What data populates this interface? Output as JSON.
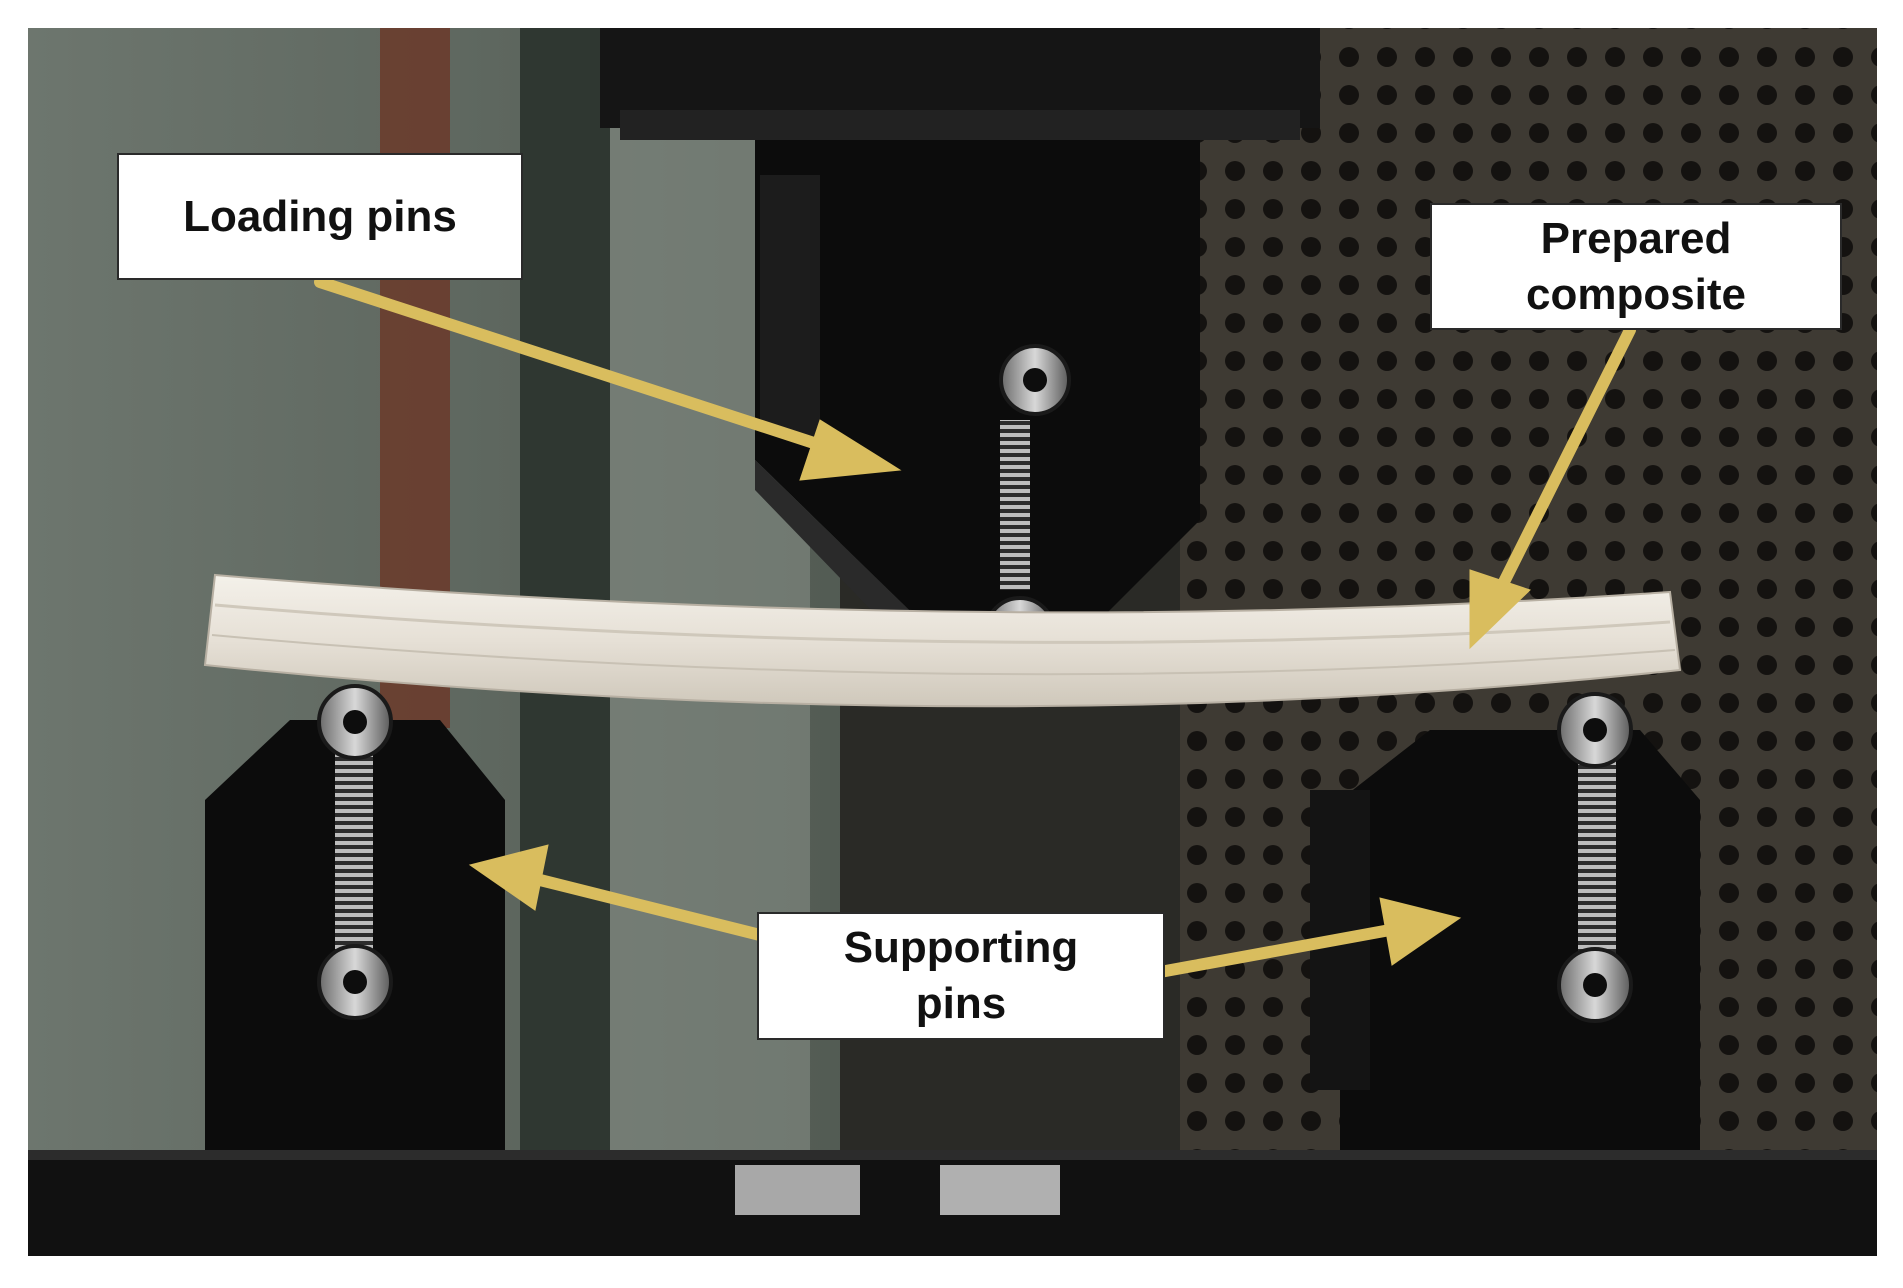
{
  "labels": {
    "loading_pins": "Loading pins",
    "prepared_composite_line1": "Prepared",
    "prepared_composite_line2": "composite",
    "supporting_pins_line1": "Supporting",
    "supporting_pins_line2": "pins"
  },
  "colors": {
    "arrow": "#d9bd5e",
    "fixture": "#0c0c0c",
    "specimen": "#e9e4dc",
    "background_wall": "#4d554f",
    "label_border": "#2a2a2a"
  }
}
